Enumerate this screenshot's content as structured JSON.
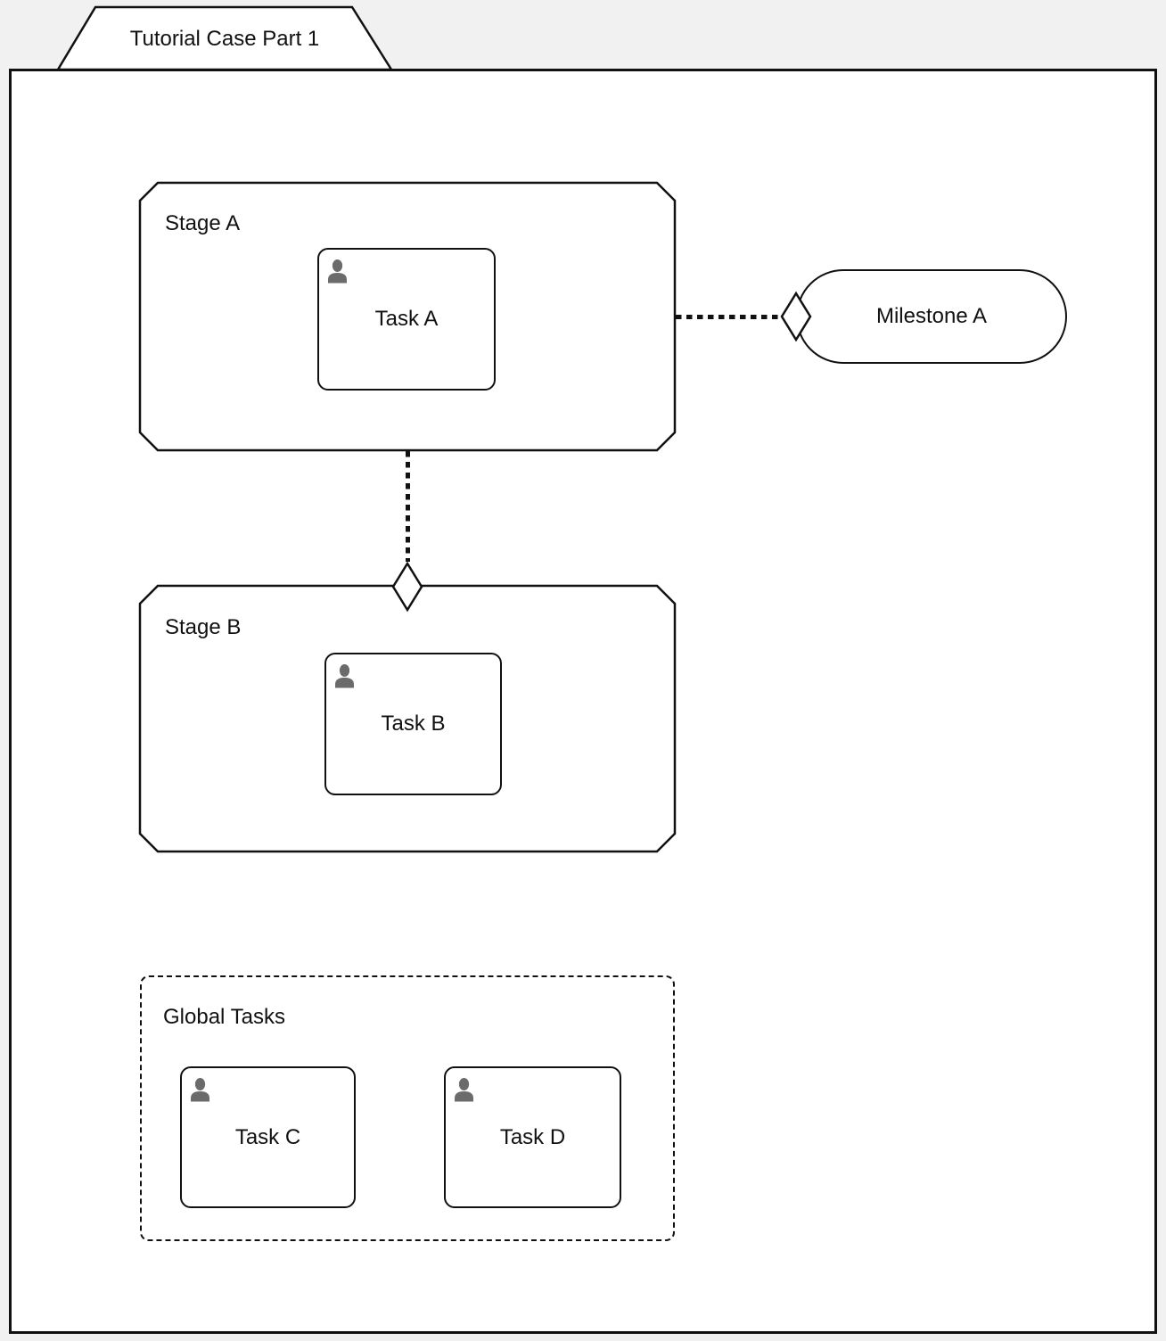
{
  "case": {
    "title": "Tutorial Case Part 1"
  },
  "stages": [
    {
      "label": "Stage A",
      "task": {
        "label": "Task A",
        "icon": "person-icon"
      }
    },
    {
      "label": "Stage B",
      "task": {
        "label": "Task B",
        "icon": "person-icon"
      }
    }
  ],
  "milestone": {
    "label": "Milestone A"
  },
  "global": {
    "label": "Global Tasks",
    "tasks": [
      {
        "label": "Task C",
        "icon": "person-icon"
      },
      {
        "label": "Task D",
        "icon": "person-icon"
      }
    ]
  },
  "colors": {
    "canvas_background": "#f0f1f0",
    "shape_fill": "#ffffff",
    "stroke": "#111111",
    "person_icon": "#6b6b6b"
  }
}
